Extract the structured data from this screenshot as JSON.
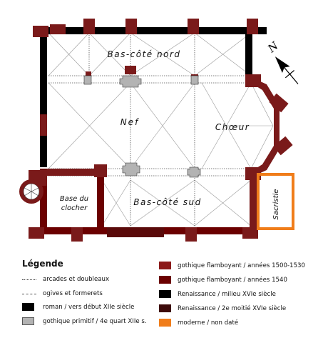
{
  "plan": {
    "rooms": {
      "bas_cote_nord": "Bas-côté nord",
      "nef": "Nef",
      "choeur": "Chœur",
      "bas_cote_sud": "Bas-côté sud",
      "base_du_clocher_1": "Base du",
      "base_du_clocher_2": "clocher",
      "sacristie": "Sacristie"
    },
    "north_label": "N"
  },
  "legend": {
    "title": "Légende",
    "items": [
      {
        "label": "arcades et doubleaux",
        "kind": "dotted-line"
      },
      {
        "label": "ogives et formerets",
        "kind": "dashed-line"
      },
      {
        "label": "roman / vers début XIIe siècle",
        "color": "#000000"
      },
      {
        "label": "gothique primitif / 4e quart XIIe s.",
        "color": "#b3b3b3"
      },
      {
        "label": "gothique flamboyant / années 1500-1530",
        "color": "#8b1a1a"
      },
      {
        "label": "gothique flamboyant / années 1540",
        "color": "#6b0000"
      },
      {
        "label": "Renaissance / milieu XVIe siècle",
        "color": "#000000"
      },
      {
        "label": "Renaissance / 2e moitié XVIe siècle",
        "color": "#3d0a0a"
      },
      {
        "label": "moderne / non daté",
        "color": "#f07d1a"
      }
    ]
  }
}
